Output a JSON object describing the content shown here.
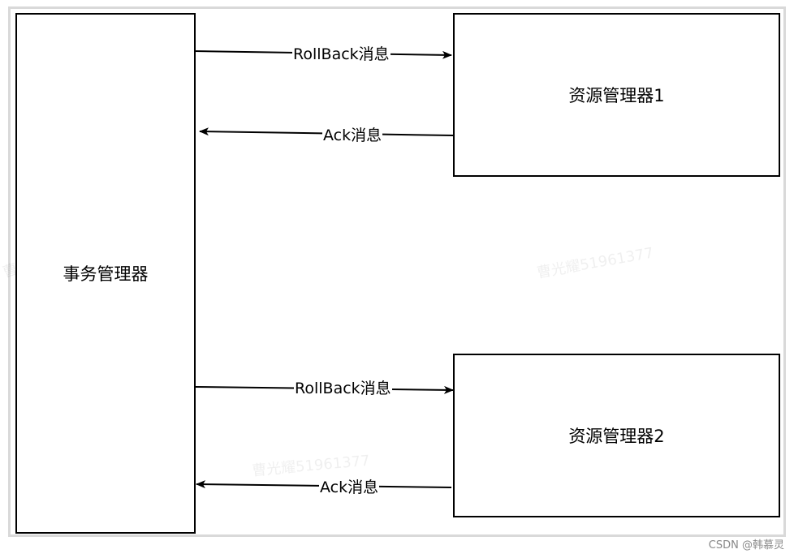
{
  "diagram": {
    "nodes": {
      "transaction_manager": {
        "label": "事务管理器"
      },
      "resource_manager_1": {
        "label": "资源管理器1"
      },
      "resource_manager_2": {
        "label": "资源管理器2"
      }
    },
    "edges": [
      {
        "from": "transaction_manager",
        "to": "resource_manager_1",
        "label": "RollBack消息"
      },
      {
        "from": "resource_manager_1",
        "to": "transaction_manager",
        "label": "Ack消息"
      },
      {
        "from": "transaction_manager",
        "to": "resource_manager_2",
        "label": "RollBack消息"
      },
      {
        "from": "resource_manager_2",
        "to": "transaction_manager",
        "label": "Ack消息"
      }
    ]
  },
  "watermark": {
    "text": "曹光耀51961377"
  },
  "credit": {
    "text": "CSDN @韩慕灵"
  }
}
